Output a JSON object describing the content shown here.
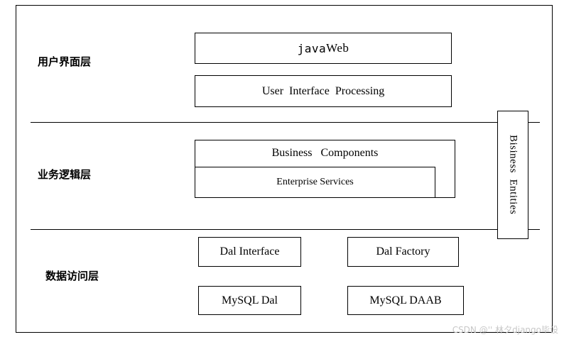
{
  "layers": {
    "presentation": "用户界面层",
    "business": "业务逻辑层",
    "data": "数据访问层"
  },
  "boxes": {
    "java_prefix": "java",
    "java_suffix": "Web",
    "ui_processing": "User  Interface  Processing",
    "business_components": "Business   Components",
    "enterprise_services": "Enterprise Services",
    "business_entities": "Bisiness  Entities",
    "dal_interface": "Dal Interface",
    "dal_factory": "Dal Factory",
    "mysql_dal": "MySQL Dal",
    "mysql_daab": "MySQL DAAB"
  },
  "watermark": "CSDN @'' 林夕django毕设"
}
